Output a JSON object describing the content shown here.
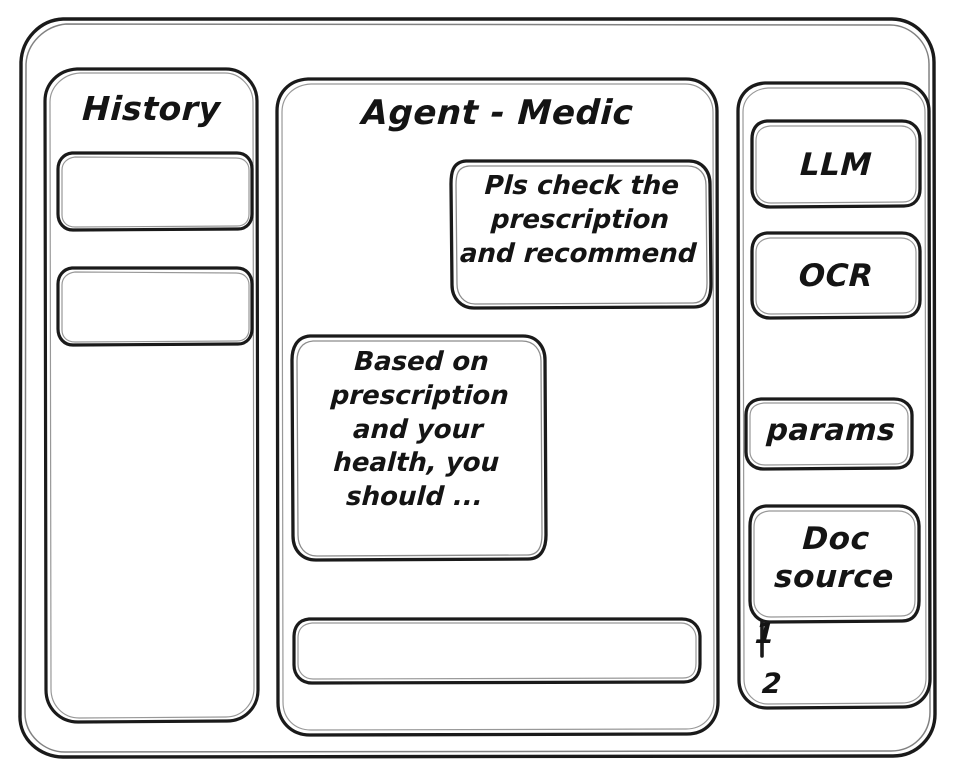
{
  "window": {
    "style": "hand-drawn-wireframe",
    "ink_color": "#1a1a1a",
    "background_color": "#ffffff"
  },
  "sidebar_history": {
    "title": "History",
    "items": [
      {
        "label": ""
      },
      {
        "label": ""
      }
    ]
  },
  "main": {
    "title": "Agent - Medic",
    "messages": [
      {
        "role": "user",
        "text": "Pls check the\nprescription\nand recommend"
      },
      {
        "role": "assistant",
        "text": "Based on\nprescription\nand your\nhealth, you\nshould ..."
      }
    ],
    "composer": {
      "value": "",
      "placeholder": ""
    }
  },
  "tools_panel": {
    "buttons": [
      {
        "label": "LLM"
      },
      {
        "label": "OCR"
      },
      {
        "label": "params"
      },
      {
        "label": "Doc\nsource"
      }
    ],
    "doc_list": [
      {
        "label": "1"
      },
      {
        "label": "2"
      }
    ]
  }
}
